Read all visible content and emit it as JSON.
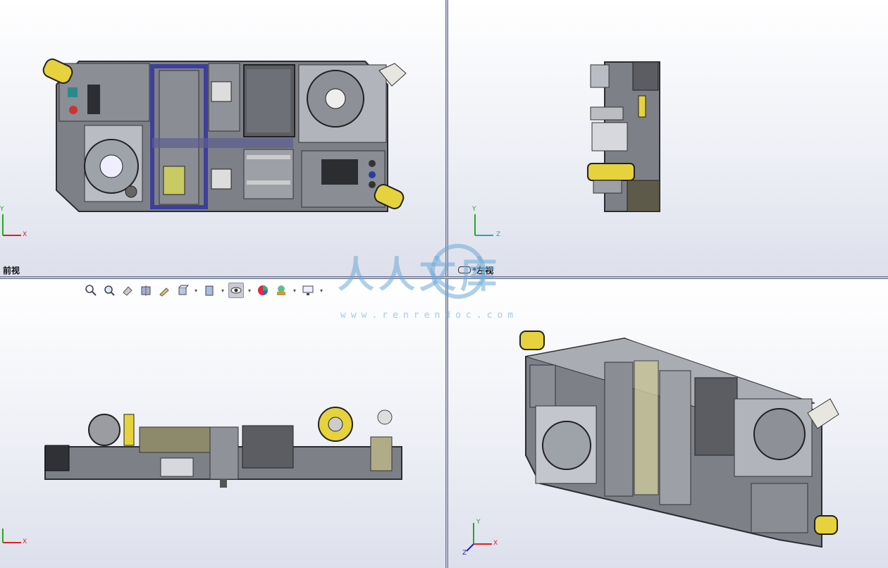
{
  "viewports": {
    "front": {
      "label": "前视"
    },
    "left": {
      "label": "*左视"
    },
    "bottom": {
      "label": ""
    },
    "iso": {
      "label": ""
    }
  },
  "triad": {
    "x": "X",
    "y": "Y",
    "z": "Z"
  },
  "toolbar": {
    "icons": [
      "zoom-to-fit-icon",
      "zoom-area-icon",
      "previous-view-icon",
      "section-view-icon",
      "dynamic-annotation-icon",
      "view-orientation-icon",
      "display-style-icon",
      "hide-show-items-icon",
      "edit-appearance-icon",
      "apply-scene-icon",
      "view-settings-icon"
    ]
  },
  "watermark": {
    "text": "人人文库",
    "url": "www.renrendoc.com"
  },
  "colors": {
    "accent_yellow": "#e6d23c",
    "body_gray": "#7a7d84",
    "dark_gray": "#4a4d52",
    "bg_top": "#ffffff",
    "bg_bottom": "#dde0ec"
  }
}
